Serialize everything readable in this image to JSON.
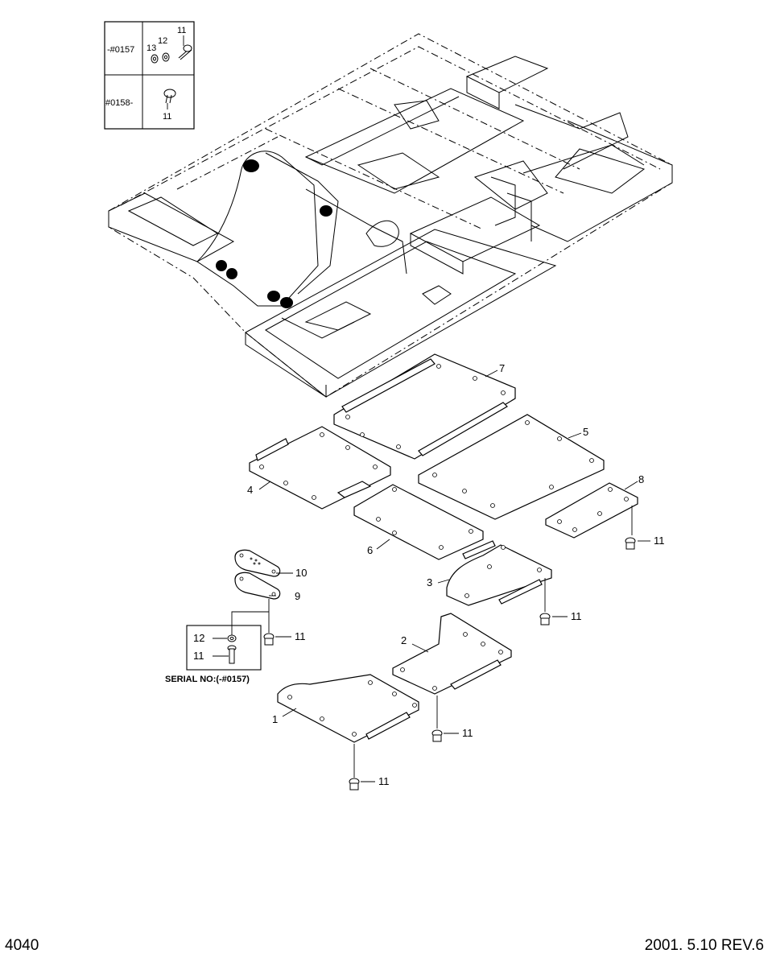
{
  "inset_table": {
    "rows": [
      {
        "serial": "-#0157",
        "parts": [
          "13",
          "12",
          "11"
        ]
      },
      {
        "serial": "#0158-",
        "parts": [
          "11"
        ]
      }
    ]
  },
  "callouts": {
    "p1": "1",
    "p2": "2",
    "p3": "3",
    "p4": "4",
    "p5": "5",
    "p6": "6",
    "p7": "7",
    "p8": "8",
    "p9": "9",
    "p10": "10",
    "p11": "11",
    "p12": "12"
  },
  "serial_note": "SERIAL NO:(-#0157)",
  "footer": {
    "page_number": "4040",
    "revision": "2001. 5.10 REV.6"
  }
}
